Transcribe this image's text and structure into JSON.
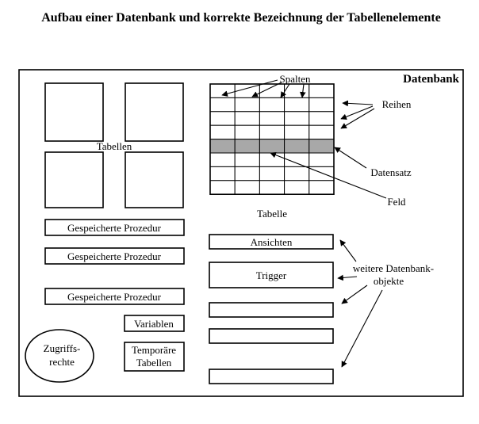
{
  "title": "Aufbau einer Datenbank und korrekte Bezeichnung der Tabellenelemente",
  "container_label": "Datenbank",
  "tables_label": "Tabellen",
  "table_label": "Tabelle",
  "labels": {
    "columns": "Spalten",
    "rows": "Reihen",
    "record": "Datensatz",
    "field": "Feld",
    "more_objects_line1": "weitere Datenbank-",
    "more_objects_line2": "objekte"
  },
  "stored_procedures": [
    "Gespeicherte Prozedur",
    "Gespeicherte Prozedur",
    "Gespeicherte Prozedur"
  ],
  "variables": "Variablen",
  "temp_tables_line1": "Temporäre",
  "temp_tables_line2": "Tabellen",
  "access_rights_line1": "Zugriffs-",
  "access_rights_line2": "rechte",
  "objects": [
    "Ansichten",
    "Trigger",
    "",
    "",
    ""
  ],
  "colors": {
    "ink": "#000000",
    "paper": "#ffffff",
    "highlight_row": "#a8a8a8"
  }
}
